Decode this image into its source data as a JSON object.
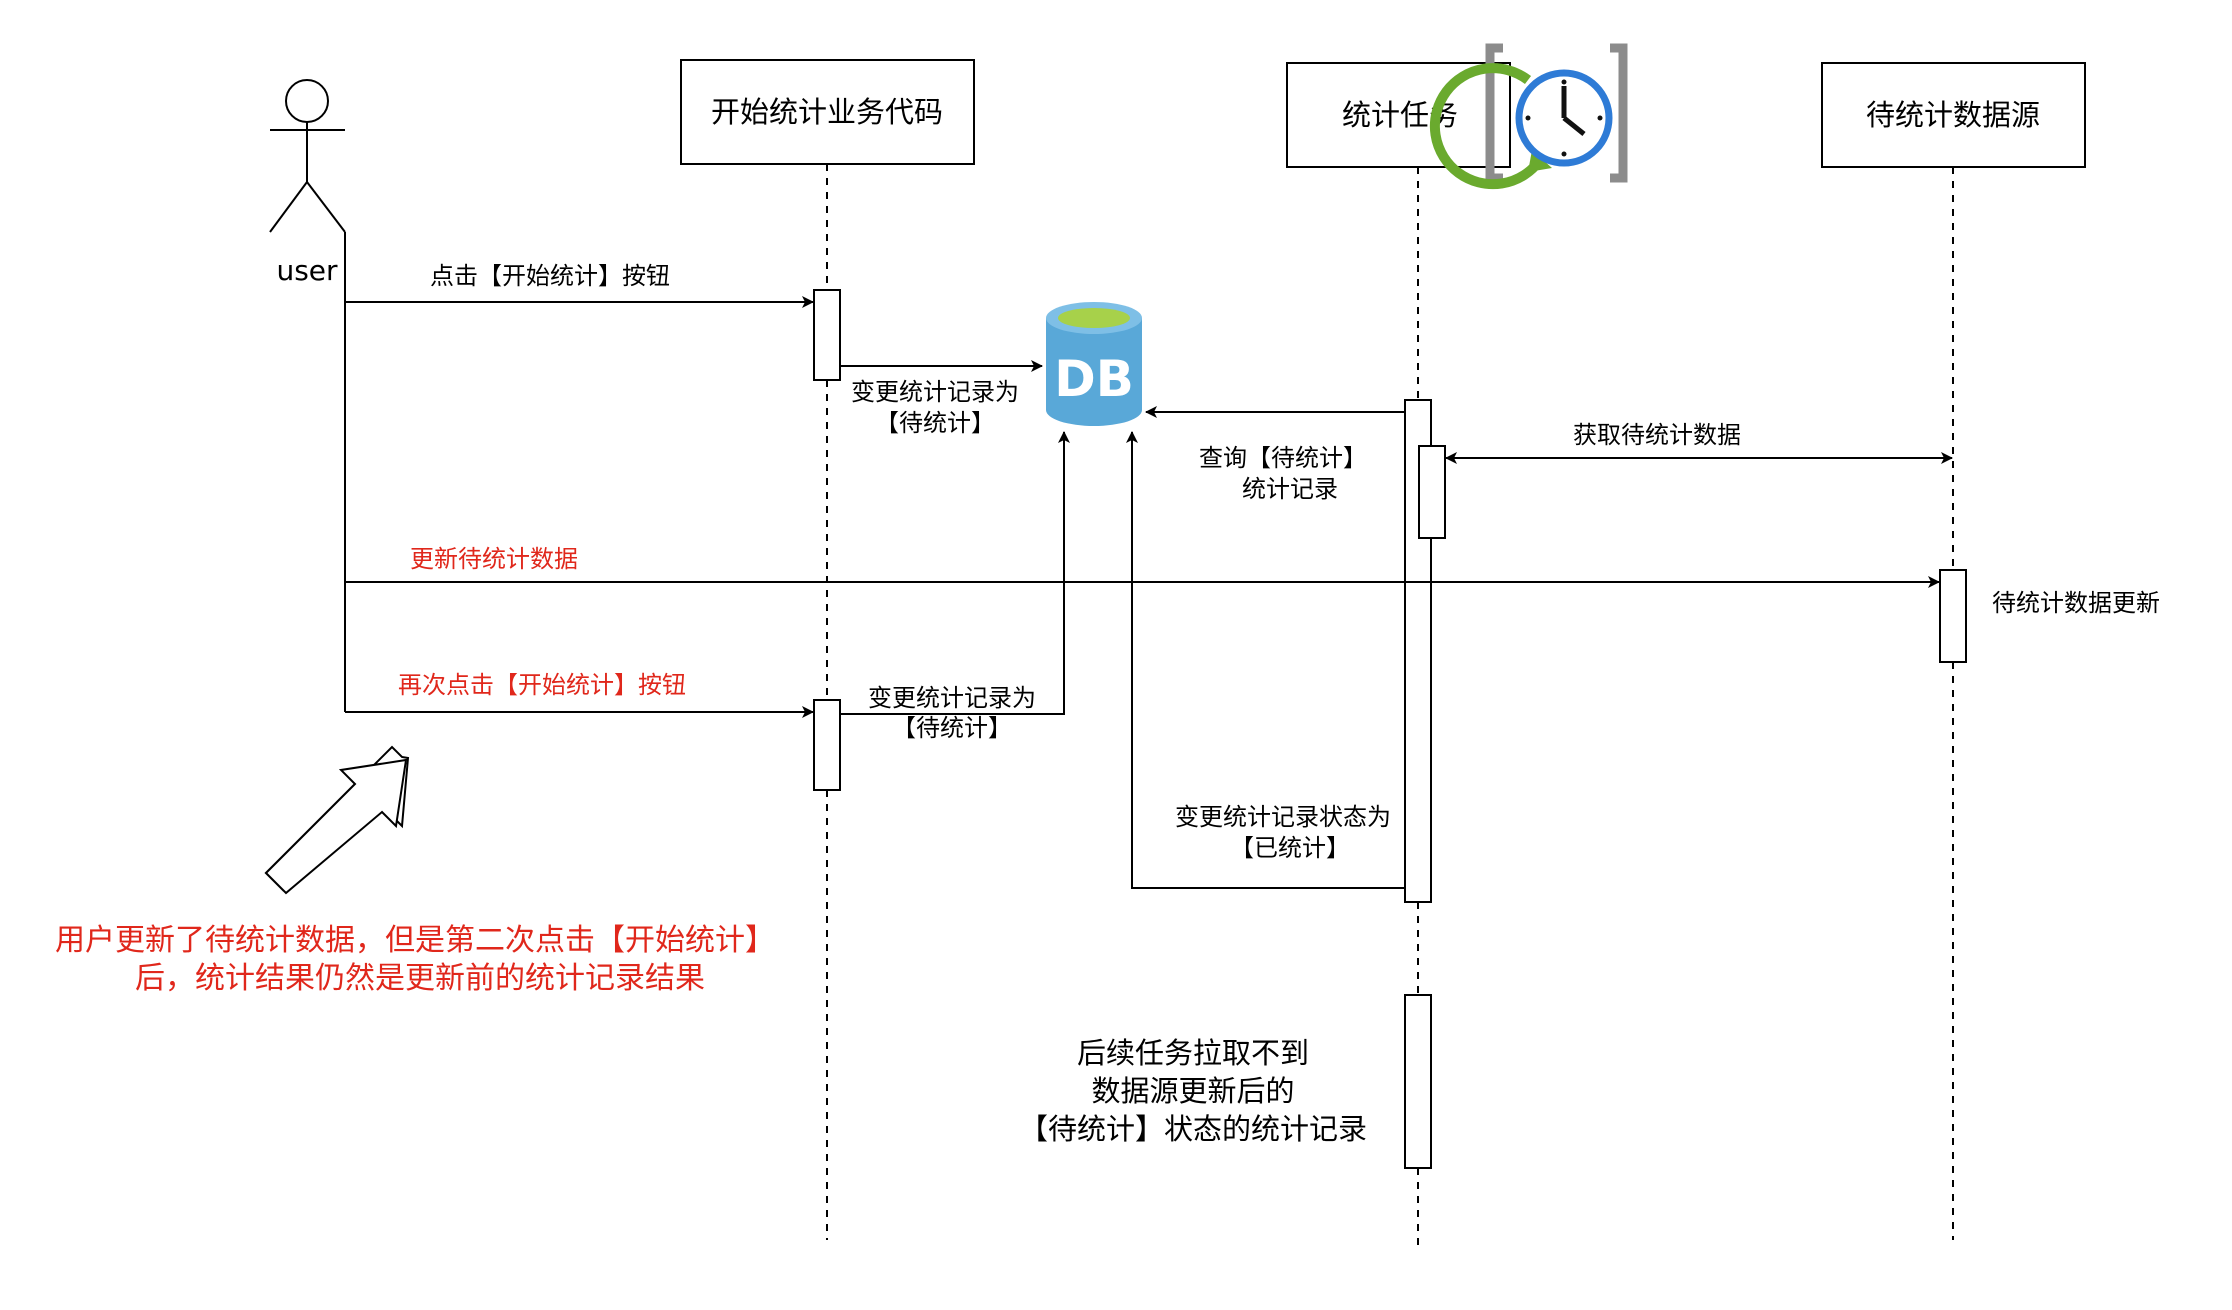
{
  "actor": {
    "label": "user"
  },
  "participants": [
    {
      "id": "start",
      "label": "开始统计业务代码"
    },
    {
      "id": "task",
      "label": "统计任务"
    },
    {
      "id": "source",
      "label": "待统计数据源"
    }
  ],
  "db": {
    "label": "DB"
  },
  "messages": {
    "click_start": "点击【开始统计】按钮",
    "set_pending_1_line1": "变更统计记录为",
    "set_pending_1_line2": "【待统计】",
    "query_line1": "查询【待统计】",
    "query_line2": "统计记录",
    "fetch_data": "获取待统计数据",
    "update_data": "更新待统计数据",
    "source_updated": "待统计数据更新",
    "click_again": "再次点击【开始统计】按钮",
    "set_pending_2_line1": "变更统计记录为",
    "set_pending_2_line2": "【待统计】",
    "set_done_line1": "变更统计记录状态为",
    "set_done_line2": "【已统计】",
    "later_line1": "后续任务拉取不到",
    "later_line2": "数据源更新后的",
    "later_line3": "【待统计】状态的统计记录"
  },
  "note": {
    "line1": "用户更新了待统计数据，但是第二次点击【开始统计】",
    "line2": "后，统计结果仍然是更新前的统计记录结果"
  },
  "colors": {
    "line": "#000000",
    "warning_text": "#e0271b",
    "db_blue": "#59a8d8",
    "db_top": "#a7d14a",
    "clock_blue": "#2e7bd6",
    "clock_green": "#6aaa2e",
    "bracket_gray": "#8c8c8c"
  },
  "icons": [
    "person-icon",
    "database-icon",
    "clock-icon",
    "arrow-icon"
  ]
}
